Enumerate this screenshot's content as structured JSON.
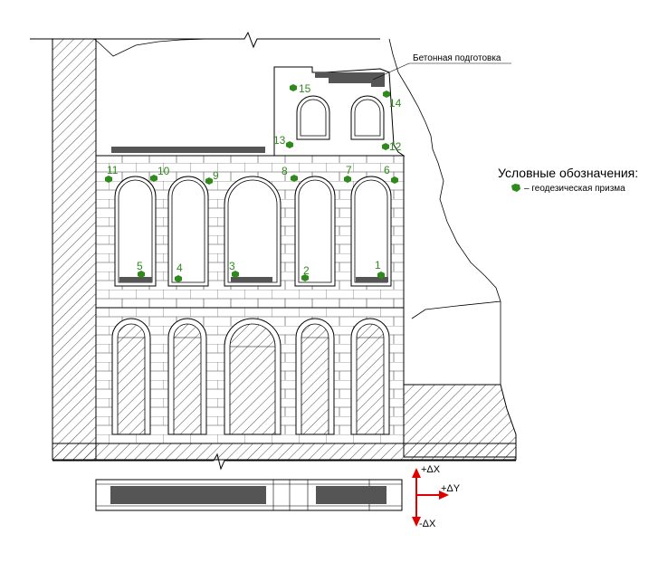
{
  "drawing": {
    "concrete_label": "Бетонная подготовка",
    "legend_title": "Условные обозначения:",
    "legend_item": "– геодезическая призма",
    "legend_icon": "geodetic-prism-icon",
    "prism_color": "#2f8a1c",
    "slab_color": "#555555",
    "axis_color": "#e00000",
    "axes": {
      "plus_x": "+ΔX",
      "minus_x": "-ΔX",
      "plus_y": "+ΔY"
    }
  },
  "prisms": [
    {
      "id": "1",
      "label": "1"
    },
    {
      "id": "2",
      "label": "2"
    },
    {
      "id": "3",
      "label": "3"
    },
    {
      "id": "4",
      "label": "4"
    },
    {
      "id": "5",
      "label": "5"
    },
    {
      "id": "6",
      "label": "6"
    },
    {
      "id": "7",
      "label": "7"
    },
    {
      "id": "8",
      "label": "8"
    },
    {
      "id": "9",
      "label": "9"
    },
    {
      "id": "10",
      "label": "10"
    },
    {
      "id": "11",
      "label": "11"
    },
    {
      "id": "12",
      "label": "12"
    },
    {
      "id": "13",
      "label": "13"
    },
    {
      "id": "14",
      "label": "14"
    },
    {
      "id": "15",
      "label": "15"
    }
  ]
}
